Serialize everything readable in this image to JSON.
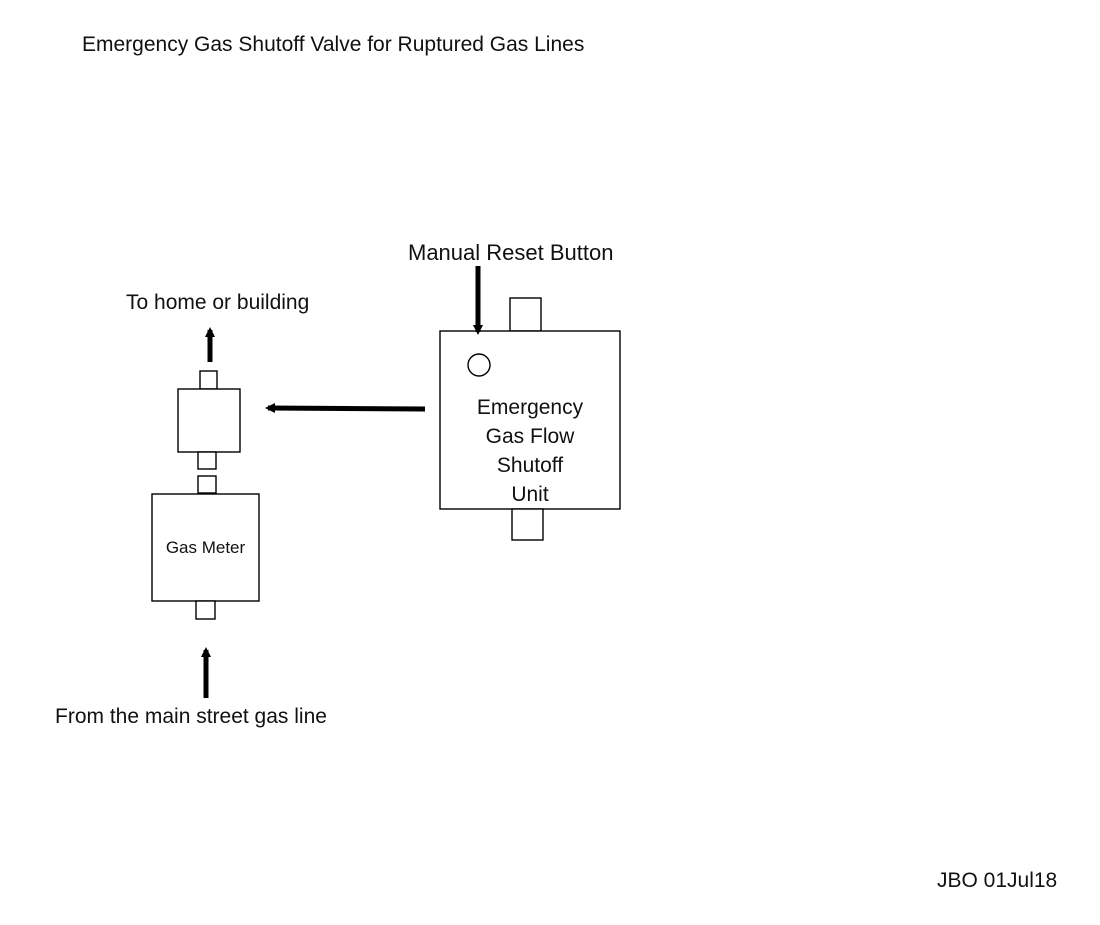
{
  "title": "Emergency Gas Shutoff Valve for Ruptured Gas Lines",
  "labels": {
    "manual_reset": "Manual Reset Button",
    "to_home": "To home or building",
    "from_street": "From the main street gas line"
  },
  "components": {
    "gas_meter": "Gas Meter",
    "shutoff_unit_lines": [
      "Emergency",
      "Gas Flow",
      "Shutoff",
      "Unit"
    ]
  },
  "signature": "JBO 01Jul18"
}
